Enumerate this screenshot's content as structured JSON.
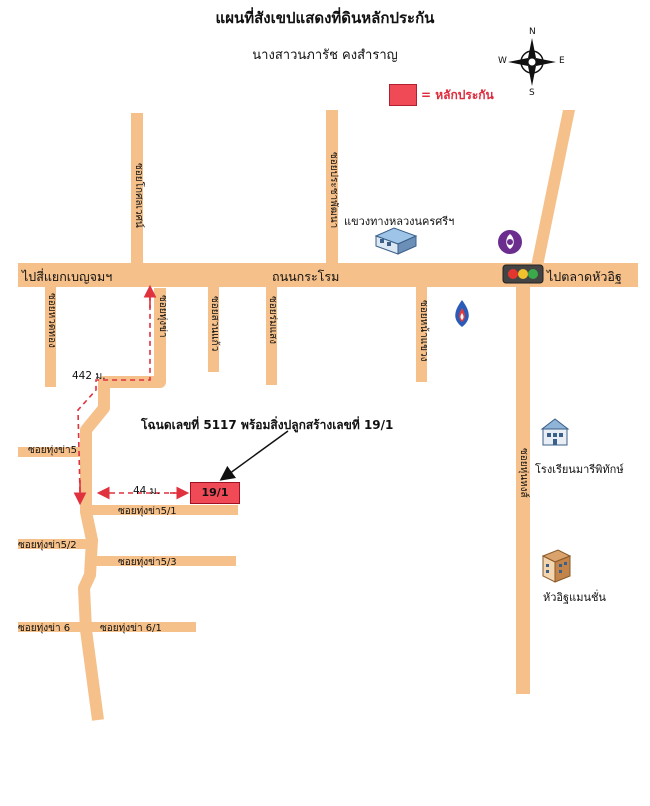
{
  "title": "แผนที่สังเขปแสดงที่ดินหลักประกัน",
  "owner": "นางสาวนภารัช  คงสำราญ",
  "legend": {
    "color": "#f04a57",
    "label": "= หลักประกัน"
  },
  "compass": {
    "n": "N",
    "s": "S",
    "e": "E",
    "w": "W"
  },
  "roads": {
    "main": "ถนนกระโรม",
    "to_west": "ไปสี่แยกเบญจมฯ",
    "to_east": "ไปตลาดหัวอิฐ"
  },
  "sois": {
    "soi_north_1": "ซอยโกศลเวศน์",
    "soi_north_2": "ซอยประชาพัฒนา",
    "soi_south_1": "ซอยหวดทอง",
    "soi_south_2": "ซอยทุ่งข่า",
    "soi_south_3": "ซอยสวนแก้ว",
    "soi_south_4": "ซอยร่มแสง",
    "soi_south_5": "ซอยหน้าแขวง",
    "soi_east": "ซอยหุ่นหงส์",
    "tung_kha_5": "ซอยทุ่งข่า5",
    "tung_kha_5_1": "ซอยทุ่งข่า5/1",
    "tung_kha_5_2": "ซอยทุ่งข่า5/2",
    "tung_kha_5_3": "ซอยทุ่งข่า5/3",
    "tung_kha_6": "ซอยทุ่งข่า 6",
    "tung_kha_6_1": "ซอยทุ่งข่า 6/1"
  },
  "landmarks": {
    "office": "แขวงทางหลวงนครศรีฯ",
    "school": "โรงเรียนมารีพิทักษ์",
    "mansion": "หัวอิฐแมนชั่น"
  },
  "plot": {
    "label": "19/1",
    "callout": "โฉนดเลขที่ 5117 พร้อมสิ่งปลูกสร้างเลขที่ 19/1"
  },
  "distances": {
    "d1": "442 ม.",
    "d2": "44 ม."
  }
}
